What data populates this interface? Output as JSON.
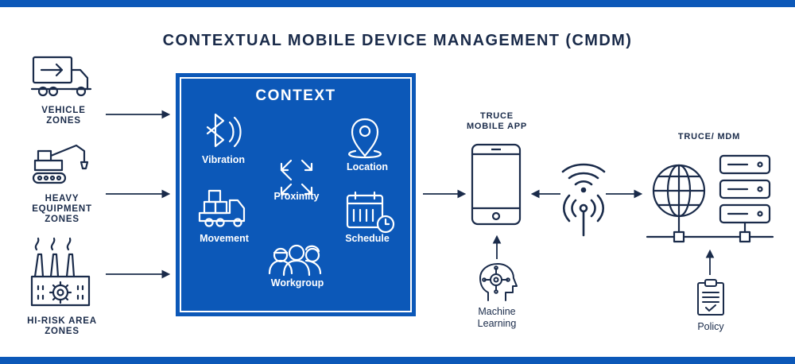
{
  "title": "CONTEXTUAL MOBILE DEVICE MANAGEMENT (CMDM)",
  "zones": {
    "vehicle": [
      "VEHICLE",
      "ZONES"
    ],
    "heavy": [
      "HEAVY",
      "EQUIPMENT",
      "ZONES"
    ],
    "hirisk": [
      "HI-RISK AREA",
      "ZONES"
    ]
  },
  "context": {
    "title": "CONTEXT",
    "items": {
      "vibration": "Vibration",
      "proximity": "Proximity",
      "location": "Location",
      "movement": "Movement",
      "schedule": "Schedule",
      "workgroup": "Workgroup"
    }
  },
  "app": [
    "TRUCE",
    "MOBILE APP"
  ],
  "mdm": "TRUCE/ MDM",
  "ml": [
    "Machine",
    "Learning"
  ],
  "policy": "Policy",
  "colors": {
    "brand_blue": "#0c58b8",
    "dark_navy": "#1a2b4a",
    "white": "#ffffff"
  }
}
